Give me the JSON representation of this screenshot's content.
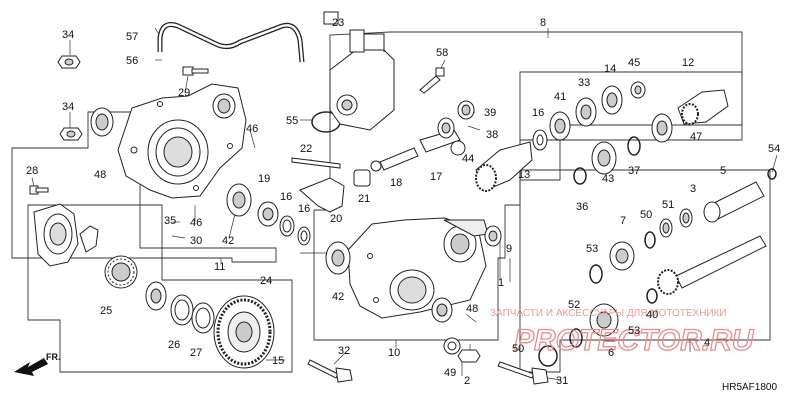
{
  "diagram_code": "HR5AF1800",
  "direction_label": "FR.",
  "watermark": {
    "caption": "ЗАПЧАСТИ И АКСЕССУАРЫ ДЛЯ МОТОТЕХНИКИ",
    "logo": "PROTECTOR.RU"
  },
  "callouts": {
    "c1": "1",
    "c2": "2",
    "c3": "3",
    "c4": "4",
    "c5": "5",
    "c6": "6",
    "c7": "7",
    "c8": "8",
    "c9": "9",
    "c10": "10",
    "c11": "11",
    "c12": "12",
    "c13": "13",
    "c14": "14",
    "c15": "15",
    "c16a": "16",
    "c16b": "16",
    "c16c": "16",
    "c17": "17",
    "c18": "18",
    "c19": "19",
    "c20": "20",
    "c21": "21",
    "c22": "22",
    "c23": "23",
    "c24": "24",
    "c25": "25",
    "c26": "26",
    "c27": "27",
    "c28": "28",
    "c29": "29",
    "c30": "30",
    "c31": "31",
    "c32": "32",
    "c33": "33",
    "c34a": "34",
    "c34b": "34",
    "c35": "35",
    "c36": "36",
    "c37": "37",
    "c38": "38",
    "c39": "39",
    "c40": "40",
    "c41": "41",
    "c42a": "42",
    "c42b": "42",
    "c43": "43",
    "c44": "44",
    "c45": "45",
    "c46a": "46",
    "c46b": "46",
    "c47": "47",
    "c48a": "48",
    "c48b": "48",
    "c49": "49",
    "c50a": "50",
    "c50b": "50",
    "c51": "51",
    "c52": "52",
    "c53a": "53",
    "c53b": "53",
    "c54": "54",
    "c55": "55",
    "c56": "56",
    "c57": "57",
    "c58": "58"
  }
}
